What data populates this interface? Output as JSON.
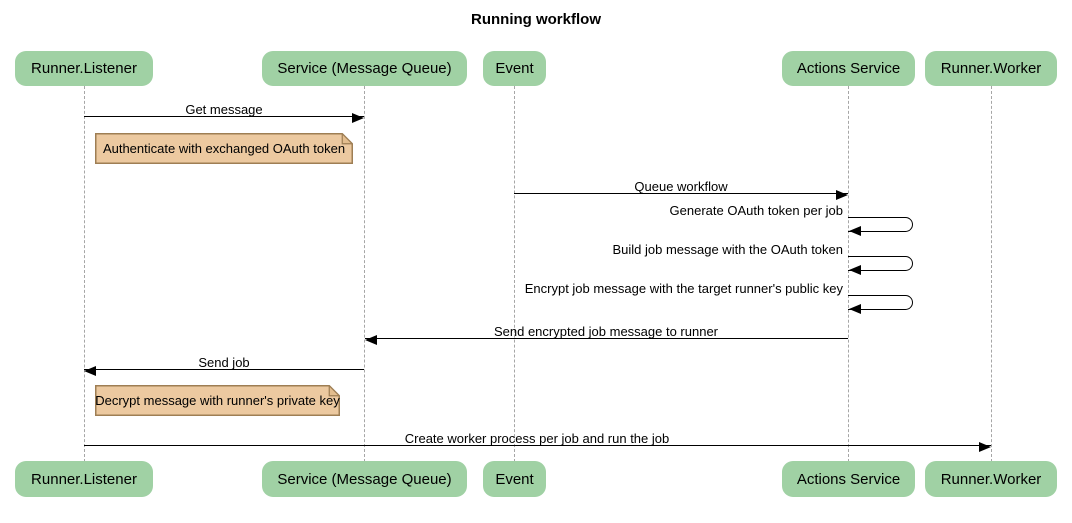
{
  "title": "Running workflow",
  "diagram_type": "sequence-diagram",
  "participants": [
    {
      "label": "Runner.Listener"
    },
    {
      "label": "Service (Message Queue)"
    },
    {
      "label": "Event"
    },
    {
      "label": "Actions Service"
    },
    {
      "label": "Runner.Worker"
    }
  ],
  "messages": [
    {
      "text": "Get message",
      "from": "Runner.Listener",
      "to": "Service (Message Queue)",
      "self": false
    },
    {
      "text": "Queue workflow",
      "from": "Event",
      "to": "Actions Service",
      "self": false
    },
    {
      "text": "Generate OAuth token per job",
      "from": "Actions Service",
      "to": "Actions Service",
      "self": true
    },
    {
      "text": "Build job message with the OAuth token",
      "from": "Actions Service",
      "to": "Actions Service",
      "self": true
    },
    {
      "text": "Encrypt job message with the target runner's public key",
      "from": "Actions Service",
      "to": "Actions Service",
      "self": true
    },
    {
      "text": "Send encrypted job message to runner",
      "from": "Actions Service",
      "to": "Service (Message Queue)",
      "self": false
    },
    {
      "text": "Send job",
      "from": "Service (Message Queue)",
      "to": "Runner.Listener",
      "self": false
    },
    {
      "text": "Create worker process per job and run the job",
      "from": "Runner.Listener",
      "to": "Runner.Worker",
      "self": false
    }
  ],
  "notes": [
    {
      "text": "Authenticate with exchanged OAuth token",
      "position": "right of Runner.Listener"
    },
    {
      "text": "Decrypt message with runner's private key",
      "position": "right of Runner.Listener"
    }
  ],
  "colors": {
    "background": "#ffffff",
    "participant_fill": "#a0d1a4",
    "note_fill": "#ecc9a0",
    "note_flap_fill": "#e3bd8e",
    "note_border": "#9e7e54",
    "lifeline": "#a6a6a6",
    "arrow": "#000000",
    "text": "#000000"
  }
}
